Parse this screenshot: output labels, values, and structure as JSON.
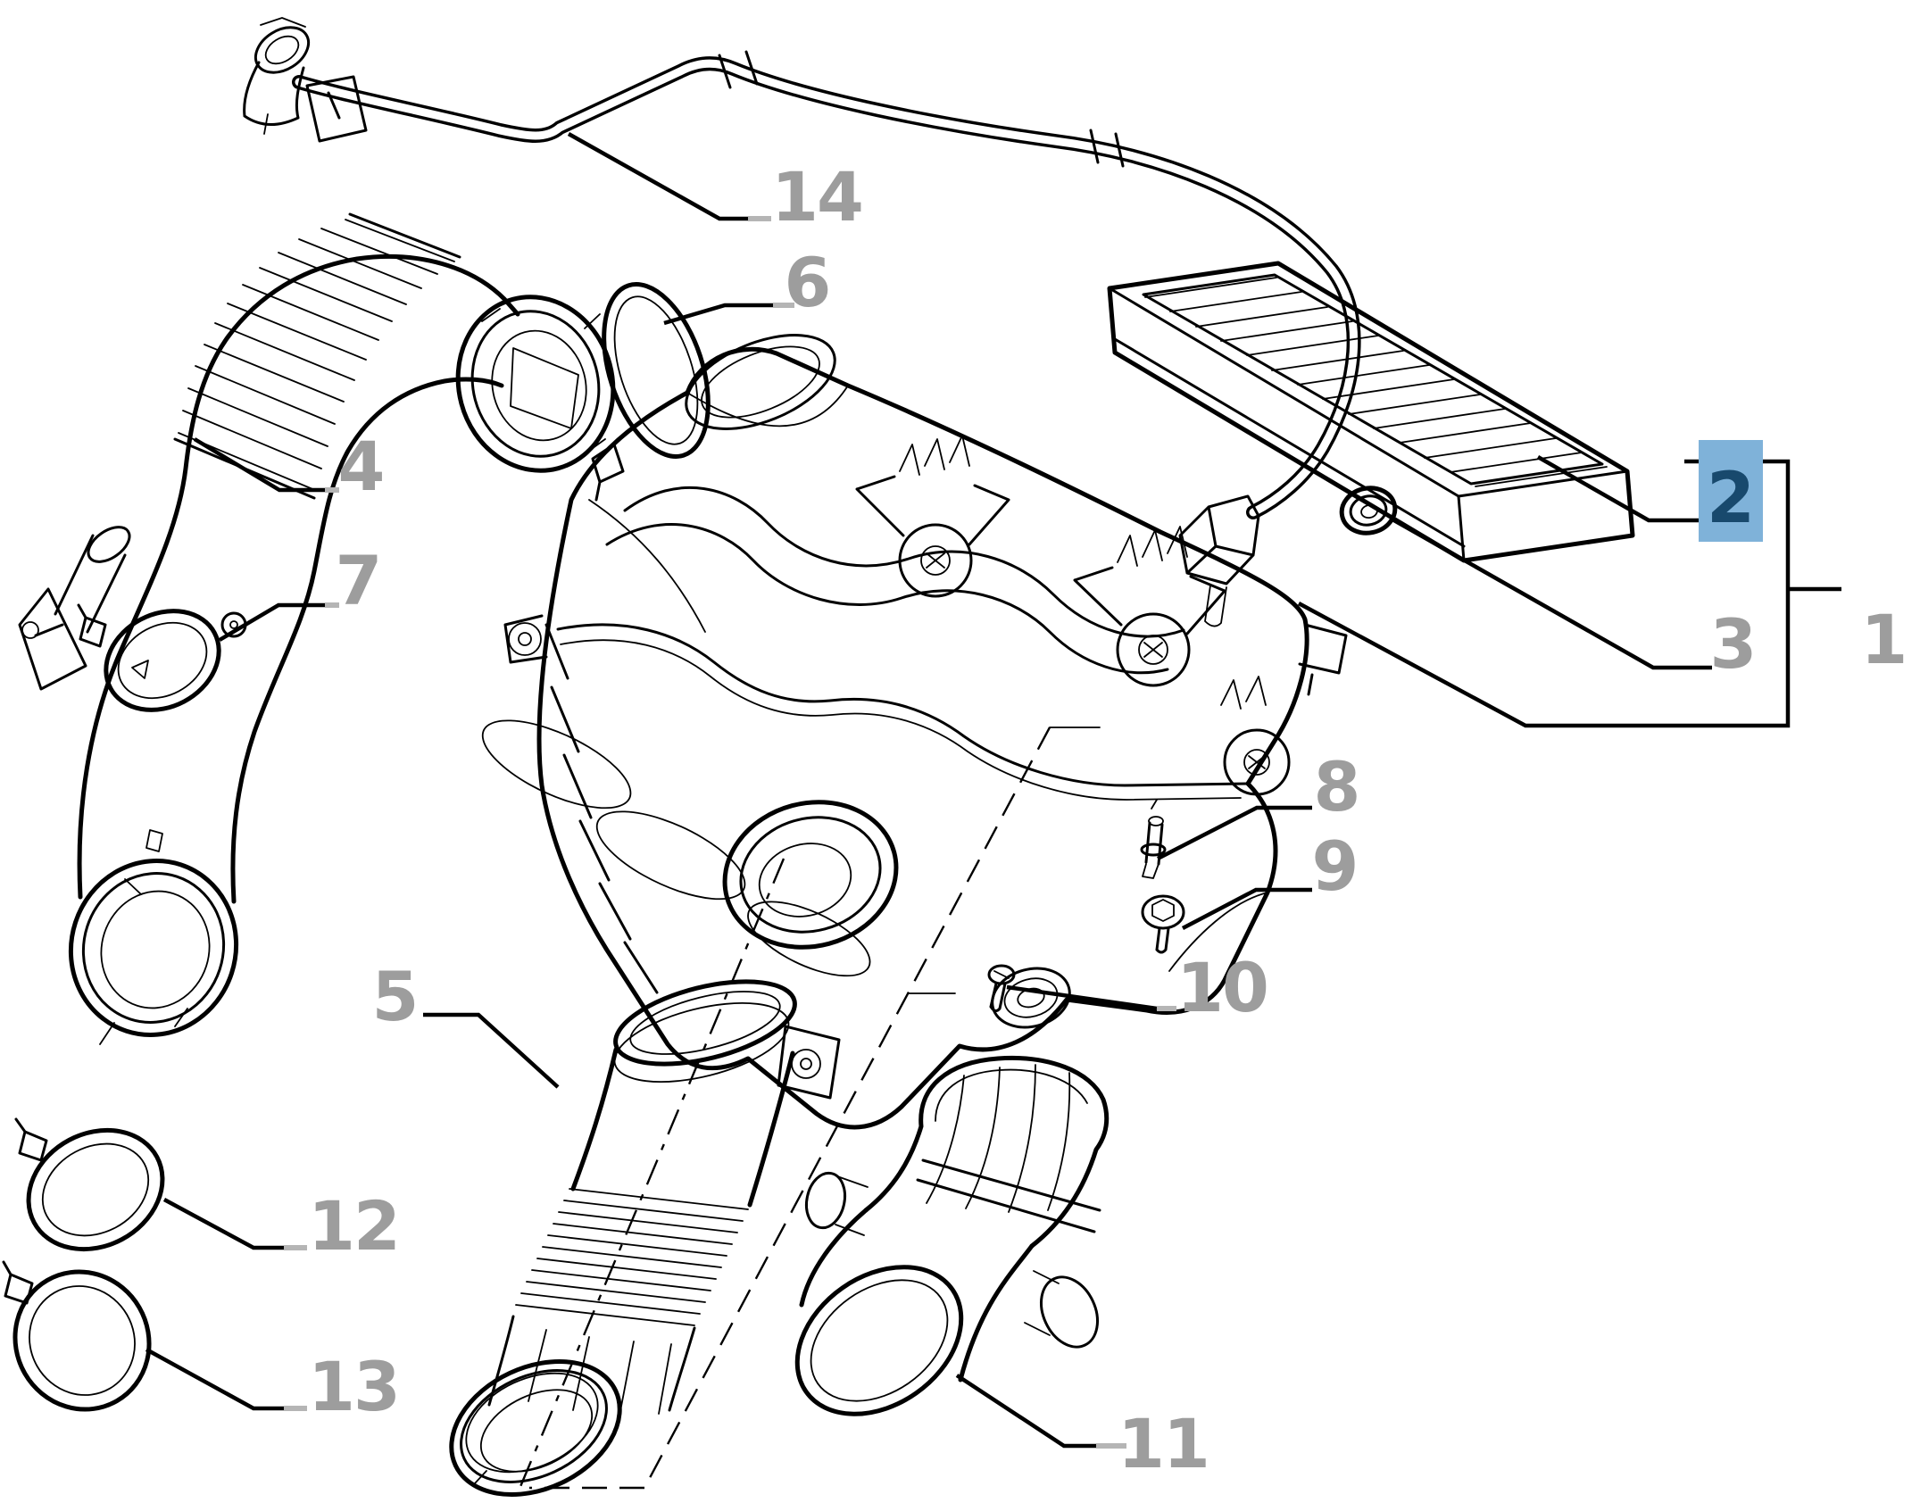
{
  "theme": {
    "background": "#ffffff",
    "line_color": "#000000",
    "label_color": "#9d9d9d",
    "underscore_color": "#b5b5b5",
    "highlight_color": "#7fb2d9",
    "highlight_text_color": "#18496d"
  },
  "diagram": {
    "type": "exploded-parts-diagram",
    "highlighted_callout": "2"
  },
  "callouts": [
    {
      "id": "1",
      "text": "1",
      "highlighted": false
    },
    {
      "id": "2",
      "text": "2",
      "highlighted": true
    },
    {
      "id": "3",
      "text": "3",
      "highlighted": false
    },
    {
      "id": "4",
      "text": "4",
      "highlighted": false
    },
    {
      "id": "5",
      "text": "5",
      "highlighted": false
    },
    {
      "id": "6",
      "text": "6",
      "highlighted": false
    },
    {
      "id": "7",
      "text": "7",
      "highlighted": false
    },
    {
      "id": "8",
      "text": "8",
      "highlighted": false
    },
    {
      "id": "9",
      "text": "9",
      "highlighted": false
    },
    {
      "id": "10",
      "text": "10",
      "highlighted": false
    },
    {
      "id": "11",
      "text": "11",
      "highlighted": false
    },
    {
      "id": "12",
      "text": "12",
      "highlighted": false
    },
    {
      "id": "13",
      "text": "13",
      "highlighted": false
    },
    {
      "id": "14",
      "text": "14",
      "highlighted": false
    }
  ]
}
